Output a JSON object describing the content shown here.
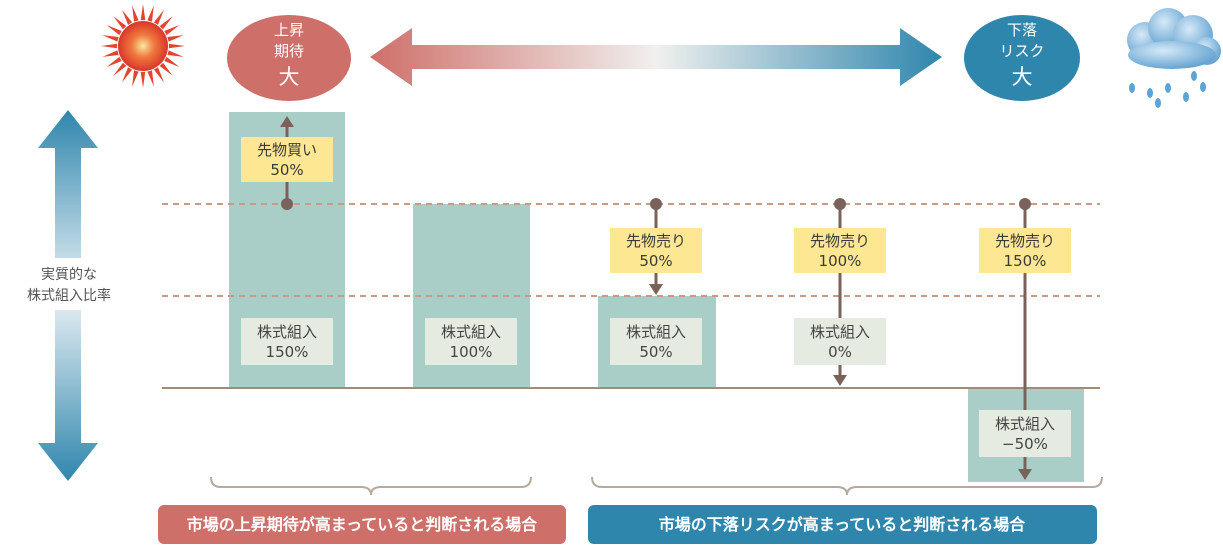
{
  "header": {
    "left_bubble": {
      "line1": "上昇",
      "line2": "期待",
      "line3": "大"
    },
    "right_bubble": {
      "line1": "下落",
      "line2": "リスク",
      "line3": "大"
    },
    "sun_icon": "sun-icon",
    "rain_icon": "rain-cloud-icon"
  },
  "axis": {
    "line1": "実質的な",
    "line2": "株式組入比率"
  },
  "columns": [
    {
      "stock_label": "株式組入",
      "stock_pct": "150%",
      "futures_label": "先物買い",
      "futures_pct": "50%"
    },
    {
      "stock_label": "株式組入",
      "stock_pct": "100%"
    },
    {
      "stock_label": "株式組入",
      "stock_pct": "50%",
      "futures_label": "先物売り",
      "futures_pct": "50%"
    },
    {
      "stock_label": "株式組入",
      "stock_pct": "0%",
      "futures_label": "先物売り",
      "futures_pct": "100%"
    },
    {
      "stock_label": "株式組入",
      "stock_pct": "−50%",
      "futures_label": "先物売り",
      "futures_pct": "150%"
    }
  ],
  "footer": {
    "left_banner": "市場の上昇期待が高まっていると判断される場合",
    "right_banner": "市場の下落リスクが高まっていると判断される場合"
  },
  "colors": {
    "bar": "#a9cec8",
    "stock_box": "#e6ebe1",
    "futures_box": "#fde793",
    "connector": "#7a625a",
    "dashed": "#c79b85",
    "baseline": "#a08a78",
    "red": "#cf6f6a",
    "blue": "#2f86ad"
  }
}
